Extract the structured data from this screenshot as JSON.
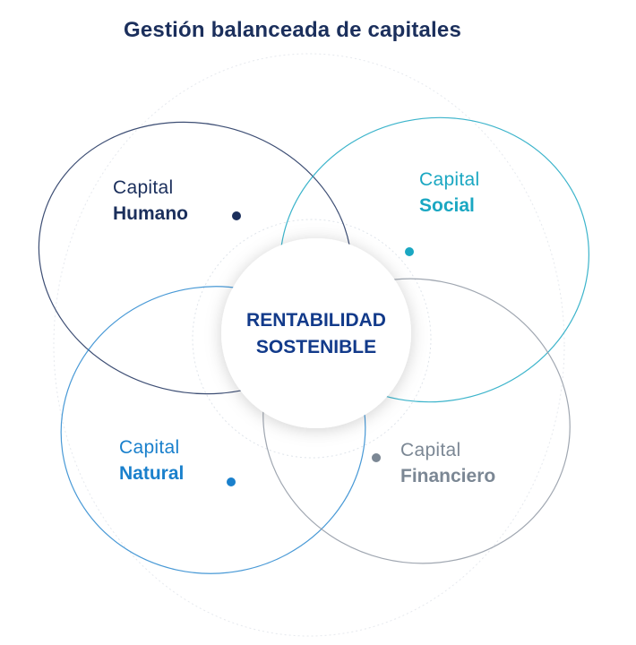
{
  "title": "Gestión balanceada de capitales",
  "center": {
    "line1": "RENTABILIDAD",
    "line2": "SOSTENIBLE"
  },
  "capitals": [
    {
      "line1": "Capital",
      "line2": "Humano",
      "color": "#1b2f5c"
    },
    {
      "line1": "Capital",
      "line2": "Social",
      "color": "#1aa7c2"
    },
    {
      "line1": "Capital",
      "line2": "Natural",
      "color": "#1a80cc"
    },
    {
      "line1": "Capital",
      "line2": "Financiero",
      "color": "#7b8794"
    }
  ]
}
